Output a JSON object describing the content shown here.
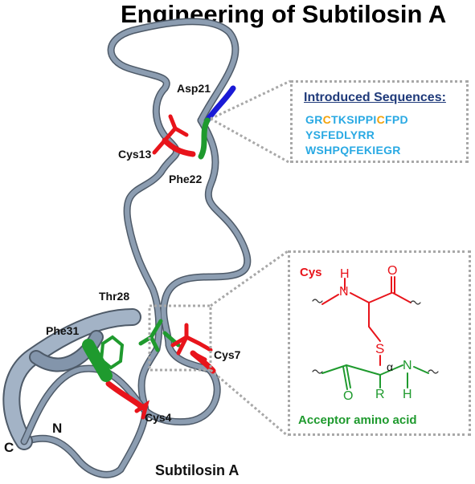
{
  "title": "Engineering of Subtilosin A",
  "residues": {
    "asp21": "Asp21",
    "cys13": "Cys13",
    "phe22": "Phe22",
    "thr28": "Thr28",
    "phe31": "Phe31",
    "cys7": "Cys7",
    "cys4": "Cys4",
    "c_term": "C",
    "n_term": "N"
  },
  "caption": "Subtilosin A",
  "sequences": {
    "heading": "Introduced Sequences:",
    "line1": [
      {
        "text": "GR",
        "cys": false
      },
      {
        "text": "C",
        "cys": true
      },
      {
        "text": "TKSIPPI",
        "cys": false
      },
      {
        "text": "C",
        "cys": true
      },
      {
        "text": "FPD",
        "cys": false
      }
    ],
    "line2": "YSFEDLYRR",
    "line3": "WSHPQFEKIEGR"
  },
  "chemistry": {
    "cys_label": "Cys",
    "acceptor_label": "Acceptor amino acid",
    "atoms": {
      "n_top": "N",
      "h_top": "H",
      "o_top": "O",
      "s": "S",
      "alpha": "α",
      "o_bottom": "O",
      "r": "R",
      "n_bottom": "N",
      "h_bottom": "H"
    }
  },
  "colors": {
    "backbone": "#8c9db1",
    "cys_red": "#e8141b",
    "acceptor_green": "#1f9a2e",
    "asp_blue": "#1a1ad6",
    "seq_blue": "#29a9e3",
    "seq_cys_orange": "#f2a20a",
    "heading_navy": "#1f3a7a"
  }
}
